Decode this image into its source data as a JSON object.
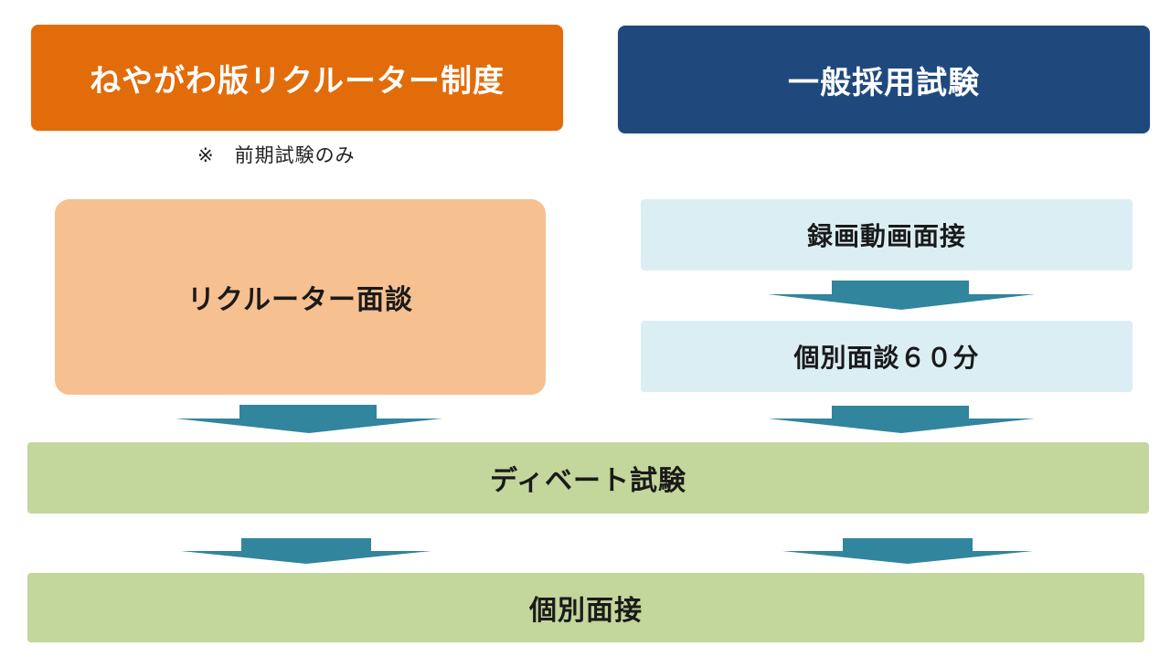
{
  "header": {
    "left_title": "ねやがわ版リクルーター制度",
    "right_title": "一般採用試験",
    "note": "※　前期試験のみ"
  },
  "steps": {
    "recruiter_interview": "リクルーター面談",
    "video_interview": "録画動画面接",
    "individual_talk": "個別面談６０分",
    "debate_exam": "ディベート試験",
    "individual_interview": "個別面接"
  },
  "colors": {
    "recruiter_header": "#e36c0a",
    "general_header": "#1f497d",
    "recruiter_box": "#f7c090",
    "general_box": "#dbeef4",
    "shared_box": "#c3d69b",
    "arrow": "#31859c"
  }
}
